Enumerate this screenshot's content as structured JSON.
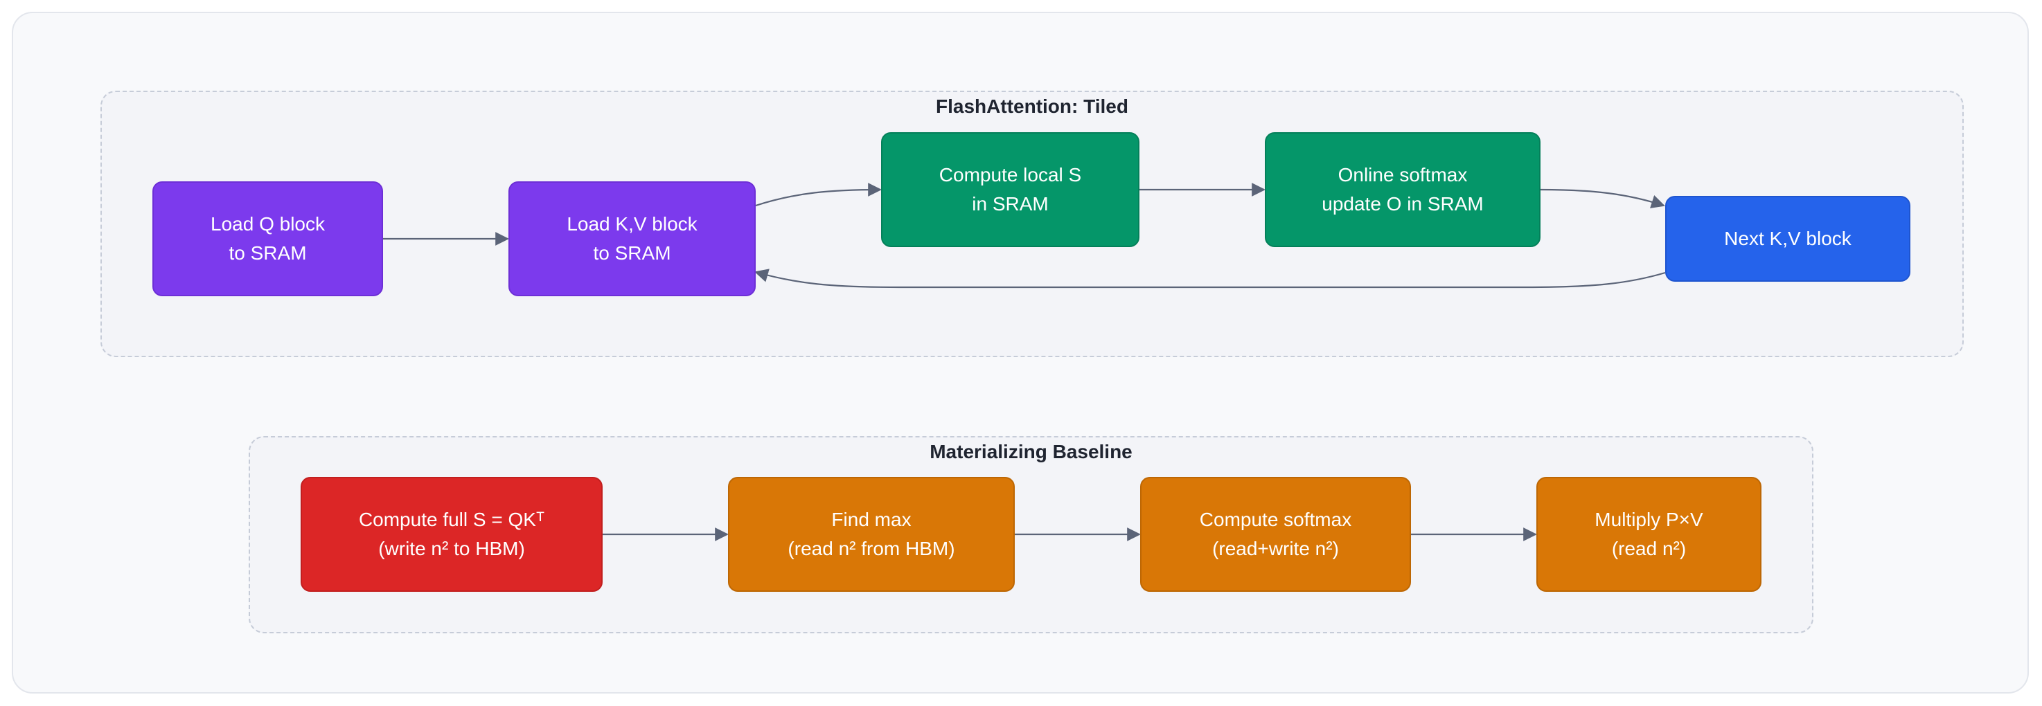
{
  "diagram": {
    "clusters": {
      "tiled": {
        "title": "FlashAttention: Tiled"
      },
      "baseline": {
        "title": "Materializing Baseline"
      }
    },
    "nodes": {
      "load_q": {
        "line1": "Load Q block",
        "line2": "to SRAM",
        "color": "#7c3aed"
      },
      "load_kv": {
        "line1": "Load K,V block",
        "line2": "to SRAM",
        "color": "#7c3aed"
      },
      "compute_s": {
        "line1": "Compute local S",
        "line2": "in SRAM",
        "color": "#059669"
      },
      "online_sm": {
        "line1": "Online softmax",
        "line2": "update O in SRAM",
        "color": "#059669"
      },
      "next_kv": {
        "line1": "Next K,V block",
        "color": "#2563eb"
      },
      "compute_full": {
        "line1": "Compute full S = QKᵀ",
        "line2": "(write n² to HBM)",
        "color": "#dc2626"
      },
      "find_max": {
        "line1": "Find max",
        "line2": "(read n² from HBM)",
        "color": "#d97706"
      },
      "compute_sm": {
        "line1": "Compute softmax",
        "line2": "(read+write n²)",
        "color": "#d97706"
      },
      "multiply": {
        "line1": "Multiply P×V",
        "line2": "(read n²)",
        "color": "#d97706"
      }
    },
    "edges": [
      {
        "from": "load_q",
        "to": "load_kv"
      },
      {
        "from": "load_kv",
        "to": "compute_s"
      },
      {
        "from": "compute_s",
        "to": "online_sm"
      },
      {
        "from": "online_sm",
        "to": "next_kv"
      },
      {
        "from": "next_kv",
        "to": "load_kv"
      },
      {
        "from": "compute_full",
        "to": "find_max"
      },
      {
        "from": "find_max",
        "to": "compute_sm"
      },
      {
        "from": "compute_sm",
        "to": "multiply"
      }
    ]
  }
}
